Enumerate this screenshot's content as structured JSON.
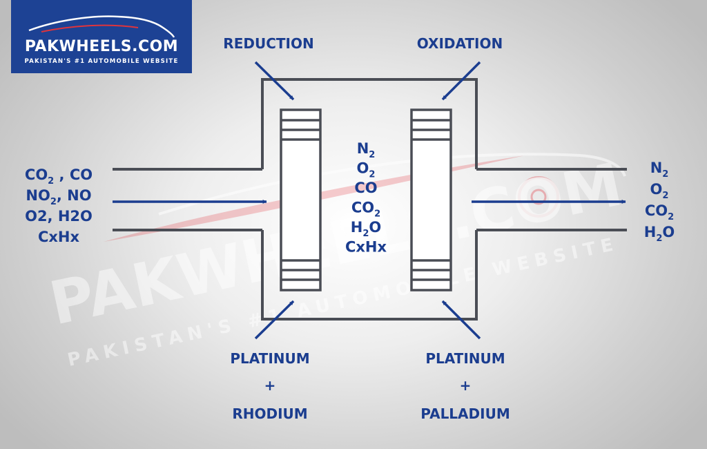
{
  "brand": {
    "name": "PAKWHEELS.COM",
    "tagline": "PAKISTAN'S #1 AUTOMOBILE WEBSITE",
    "bg_color": "#1d4294"
  },
  "watermark": {
    "name": "PAKWHEELS.COM",
    "tagline": "PAKISTAN'S #1 AUTOMOBILE WEBSITE"
  },
  "labels": {
    "reduction": "REDUCTION",
    "oxidation": "OXIDATION",
    "left_catalyst": [
      "PLATINUM",
      "+",
      "RHODIUM"
    ],
    "right_catalyst": [
      "PLATINUM",
      "+",
      "PALLADIUM"
    ]
  },
  "inlet": [
    [
      {
        "t": "CO"
      },
      {
        "t": "2",
        "s": true
      },
      {
        "t": " , CO"
      }
    ],
    [
      {
        "t": "NO"
      },
      {
        "t": "2",
        "s": true
      },
      {
        "t": ", NO"
      }
    ],
    [
      {
        "t": "O2, H2O"
      }
    ],
    [
      {
        "t": "CxHx"
      }
    ]
  ],
  "center": [
    [
      {
        "t": "N"
      },
      {
        "t": "2",
        "s": true
      }
    ],
    [
      {
        "t": "O"
      },
      {
        "t": "2",
        "s": true
      }
    ],
    [
      {
        "t": "CO"
      }
    ],
    [
      {
        "t": "CO"
      },
      {
        "t": "2",
        "s": true
      }
    ],
    [
      {
        "t": "H"
      },
      {
        "t": "2",
        "s": true
      },
      {
        "t": "O"
      }
    ],
    [
      {
        "t": "CxHx"
      }
    ]
  ],
  "outlet": [
    [
      {
        "t": "N"
      },
      {
        "t": "2",
        "s": true
      }
    ],
    [
      {
        "t": "O"
      },
      {
        "t": "2",
        "s": true
      }
    ],
    [
      {
        "t": "CO"
      },
      {
        "t": "2",
        "s": true
      }
    ],
    [
      {
        "t": "H"
      },
      {
        "t": "2",
        "s": true
      },
      {
        "t": "O"
      }
    ]
  ],
  "colors": {
    "arrow": "#1b3d8f",
    "line": "#4a4d55",
    "text": "#1b3d8f",
    "accent_red": "#e0343c"
  }
}
